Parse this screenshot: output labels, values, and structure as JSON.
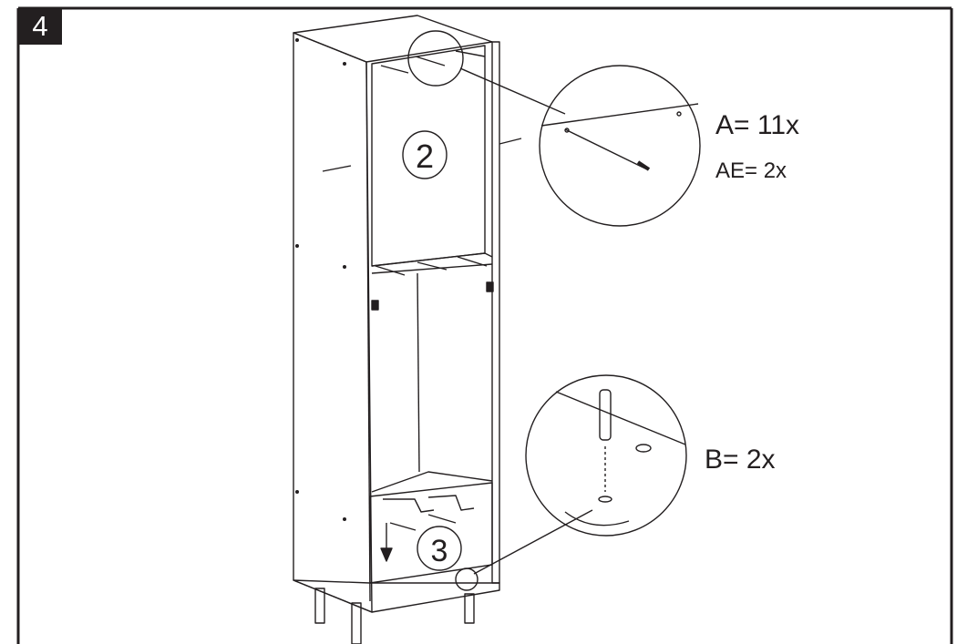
{
  "step": {
    "number": "4"
  },
  "panels": {
    "panel_2": "2",
    "panel_3": "3"
  },
  "callouts": {
    "a": "A= 11x",
    "ae": "AE= 2x",
    "b": "B= 2x"
  },
  "colors": {
    "ink": "#231f20",
    "background": "#ffffff"
  }
}
